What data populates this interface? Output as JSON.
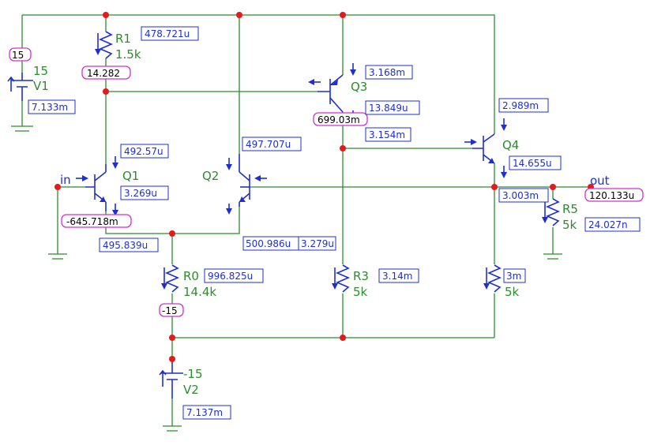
{
  "components": {
    "R1": {
      "name": "R1",
      "value": "1.5k"
    },
    "R0": {
      "name": "R0",
      "value": "14.4k"
    },
    "R3": {
      "name": "R3",
      "value": "5k"
    },
    "R4": {
      "value": "5k"
    },
    "R5": {
      "name": "R5",
      "value": "5k"
    },
    "V1": {
      "name": "V1",
      "value": "15"
    },
    "V2": {
      "name": "V2",
      "value": "-15"
    },
    "Q1": {
      "name": "Q1"
    },
    "Q2": {
      "name": "Q2"
    },
    "Q3": {
      "name": "Q3"
    },
    "Q4": {
      "name": "Q4"
    }
  },
  "nets": {
    "in": "in",
    "out": "out"
  },
  "voltages": {
    "vcc": "15",
    "r1_node": "14.282",
    "q3_emitter": "699.03m",
    "q1_emitter": "-645.718m",
    "vee": "-15",
    "out": "120.133u"
  },
  "currents": {
    "r1": "478.721u",
    "v1": "7.133m",
    "q3_emitter": "3.168m",
    "q3_base": "13.849u",
    "q3_collector": "3.154m",
    "q4_collector": "2.989m",
    "q4_base": "14.655u",
    "q4_emitter": "3.003m",
    "q1_collector": "492.57u",
    "q1_base": "3.269u",
    "q2_collector": "497.707u",
    "q1_emitter": "495.839u",
    "q2_emitter": "500.986u",
    "q2_base": "3.279u",
    "r0": "996.825u",
    "r3": "3.14m",
    "r4": "3m",
    "r5": "24.027n",
    "v2": "7.137m"
  }
}
